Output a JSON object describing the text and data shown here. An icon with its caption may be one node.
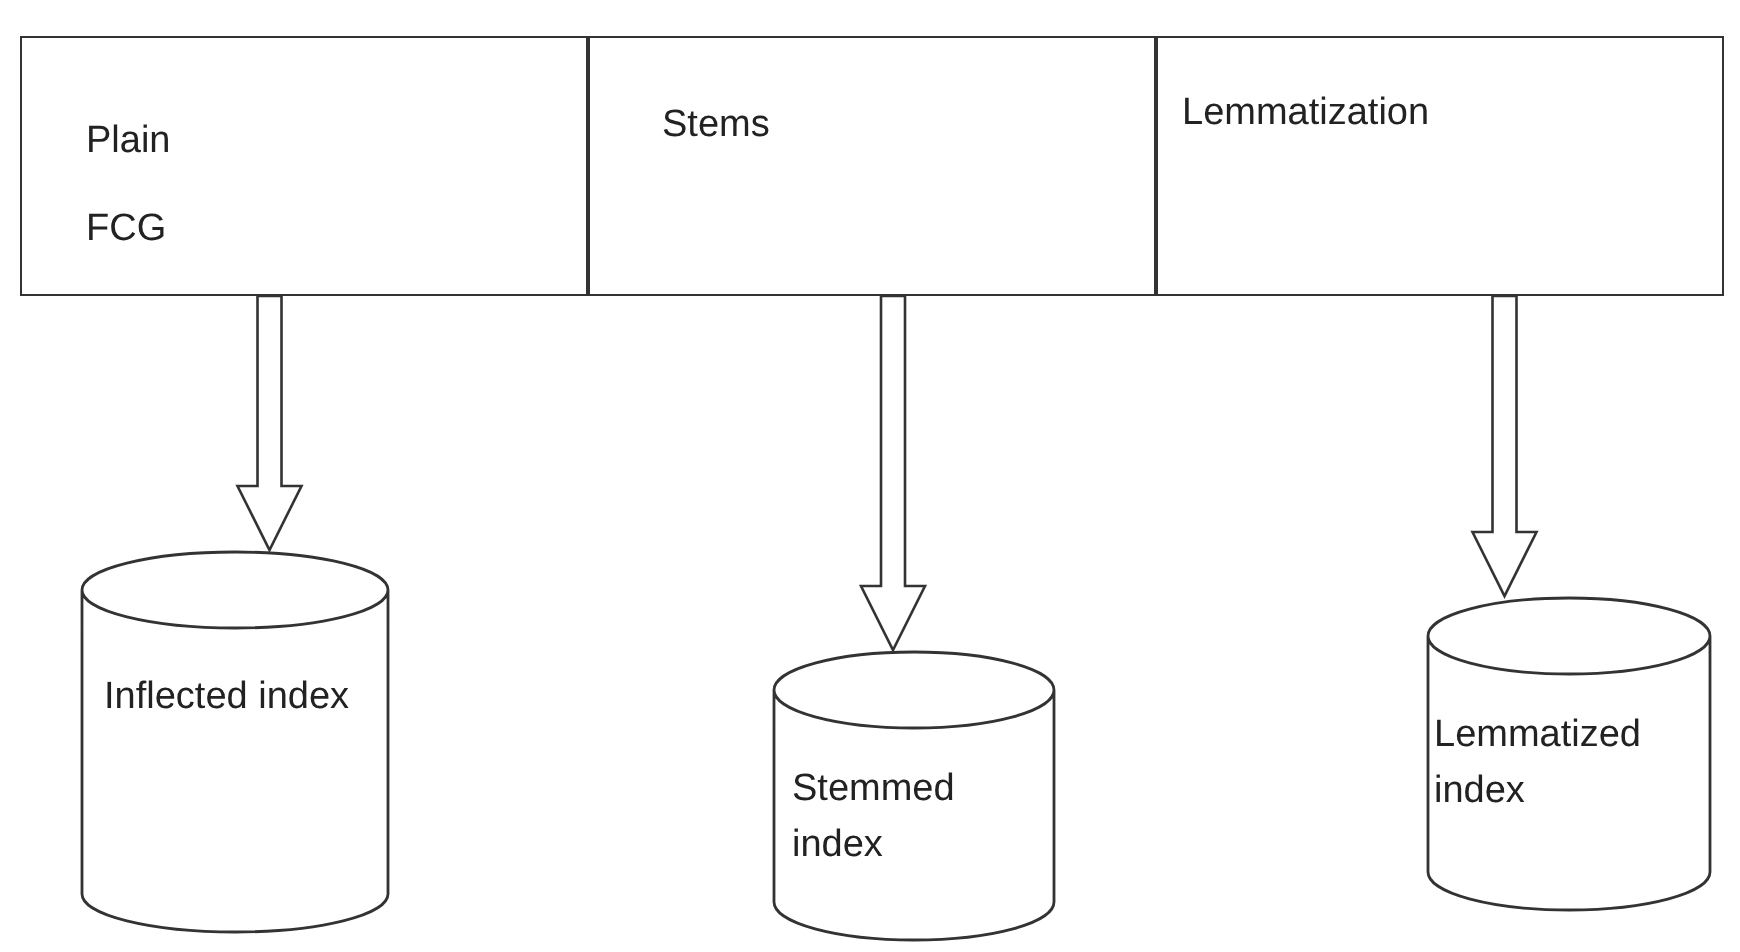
{
  "diagram": {
    "nodes": [
      {
        "text": [
          "Plain",
          "FCG"
        ]
      },
      {
        "text": [
          "Stems"
        ]
      },
      {
        "text": [
          "Lemmatization"
        ]
      },
      {
        "text": [
          "Inflected index"
        ]
      },
      {
        "text": [
          "Stemmed index"
        ]
      },
      {
        "text": [
          "Lemmatized index"
        ]
      }
    ],
    "edges": [
      {
        "from": 0,
        "to": 3,
        "arrow": "to"
      },
      {
        "from": 1,
        "to": 4,
        "arrow": "to"
      },
      {
        "from": 2,
        "to": 5,
        "arrow": "to"
      }
    ]
  }
}
